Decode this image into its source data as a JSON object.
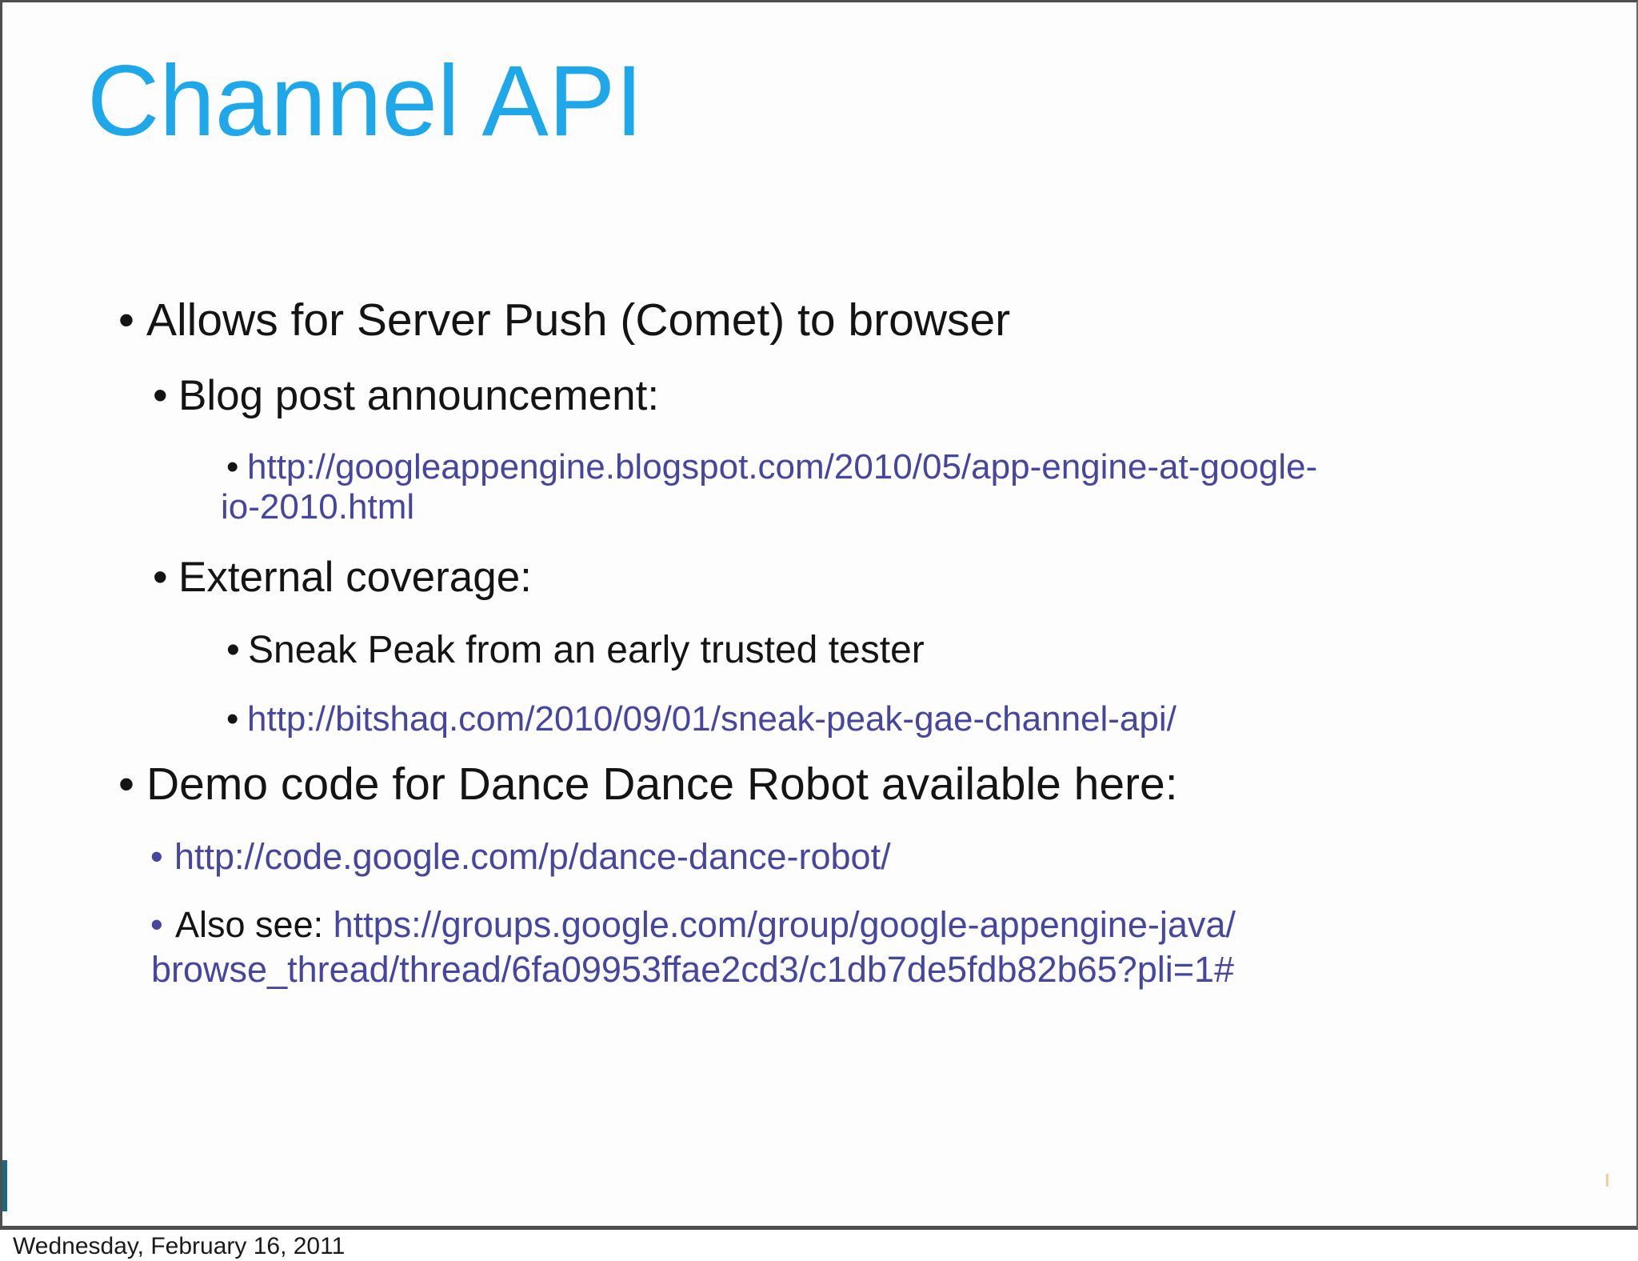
{
  "glyphs": {
    "bullet": "•"
  },
  "colors": {
    "title_blue": "#1fa8e9",
    "link_purple": "#4546a0",
    "text_black": "#141414",
    "frame_gray": "#4f4f4f",
    "slide_bg": "#fdfdfe",
    "teal_accent": "#1b6a7d",
    "orange_artifact": "#f0c492"
  },
  "slide": {
    "title": "Channel API",
    "items": {
      "allows": "Allows for Server Push (Comet) to browser",
      "blog_post": "Blog post announcement:",
      "blog_link_line1": "http://googleappengine.blogspot.com/2010/05/app-engine-at-google-",
      "blog_link_line2": "io-2010.html",
      "external": "External coverage:",
      "sneak": "Sneak Peak from an early trusted tester",
      "bitshaq_link": "http://bitshaq.com/2010/09/01/sneak-peak-gae-channel-api/",
      "demo": "Demo code for Dance Dance Robot available here:",
      "demo_link": "http://code.google.com/p/dance-dance-robot/",
      "also_label": "Also see: ",
      "groups_link_line1": "https://groups.google.com/group/google-appengine-java/",
      "groups_link_line2": "browse_thread/thread/6fa09953ffae2cd3/c1db7de5fdb82b65?pli=1#"
    }
  },
  "footer": {
    "date": "Wednesday, February 16, 2011"
  }
}
